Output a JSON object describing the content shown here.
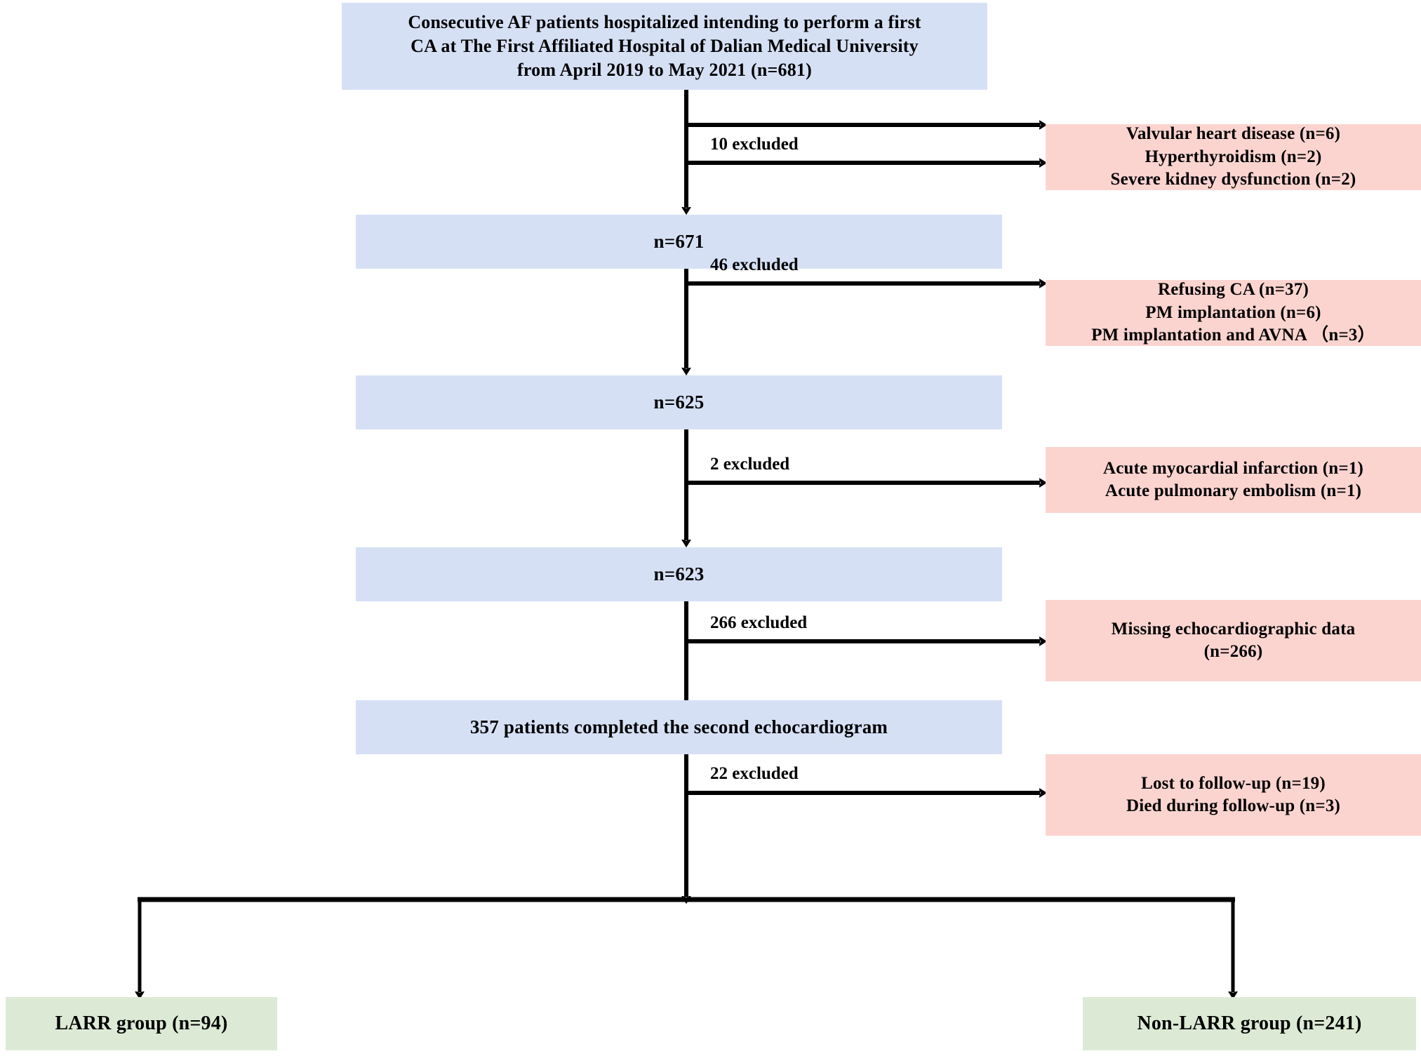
{
  "diagram": {
    "title": "Patient enrollment flow chart",
    "colors": {
      "blue_box": "#d6e0f5",
      "pink_box": "#fbd4d0",
      "green_box": "#dcead5",
      "line": "#000000",
      "text": "#000000"
    }
  },
  "nodes": {
    "source": {
      "line1": "Consecutive AF patients hospitalized intending to perform a first",
      "line2": "CA at The First Affiliated Hospital of Dalian Medical University",
      "line3": "from April 2019 to May 2021 (n=681)"
    },
    "n671": {
      "label": "n=671"
    },
    "n625": {
      "label": "n=625"
    },
    "n623": {
      "label": "n=623"
    },
    "second_echo": {
      "label": "357 patients completed the second echocardiogram"
    },
    "larr": {
      "label": "LARR group (n=94)"
    },
    "non_larr": {
      "label": "Non-LARR group (n=241)"
    }
  },
  "exclusions": [
    {
      "edge_label": "10 excluded",
      "reasons": [
        "Valvular heart disease (n=6)",
        "Hyperthyroidism (n=2)",
        "Severe kidney dysfunction (n=2)"
      ]
    },
    {
      "edge_label": "46 excluded",
      "reasons": [
        "Refusing CA (n=37)",
        "PM implantation (n=6)",
        "PM implantation and AVNA （n=3）"
      ]
    },
    {
      "edge_label": "2 excluded",
      "reasons": [
        "Acute myocardial infarction (n=1)",
        "Acute pulmonary embolism (n=1)"
      ]
    },
    {
      "edge_label": "266 excluded",
      "reasons": [
        "Missing echocardiographic data",
        "(n=266)"
      ]
    },
    {
      "edge_label": "22 excluded",
      "reasons": [
        "Lost to follow-up (n=19)",
        "Died during follow-up (n=3)"
      ]
    }
  ]
}
